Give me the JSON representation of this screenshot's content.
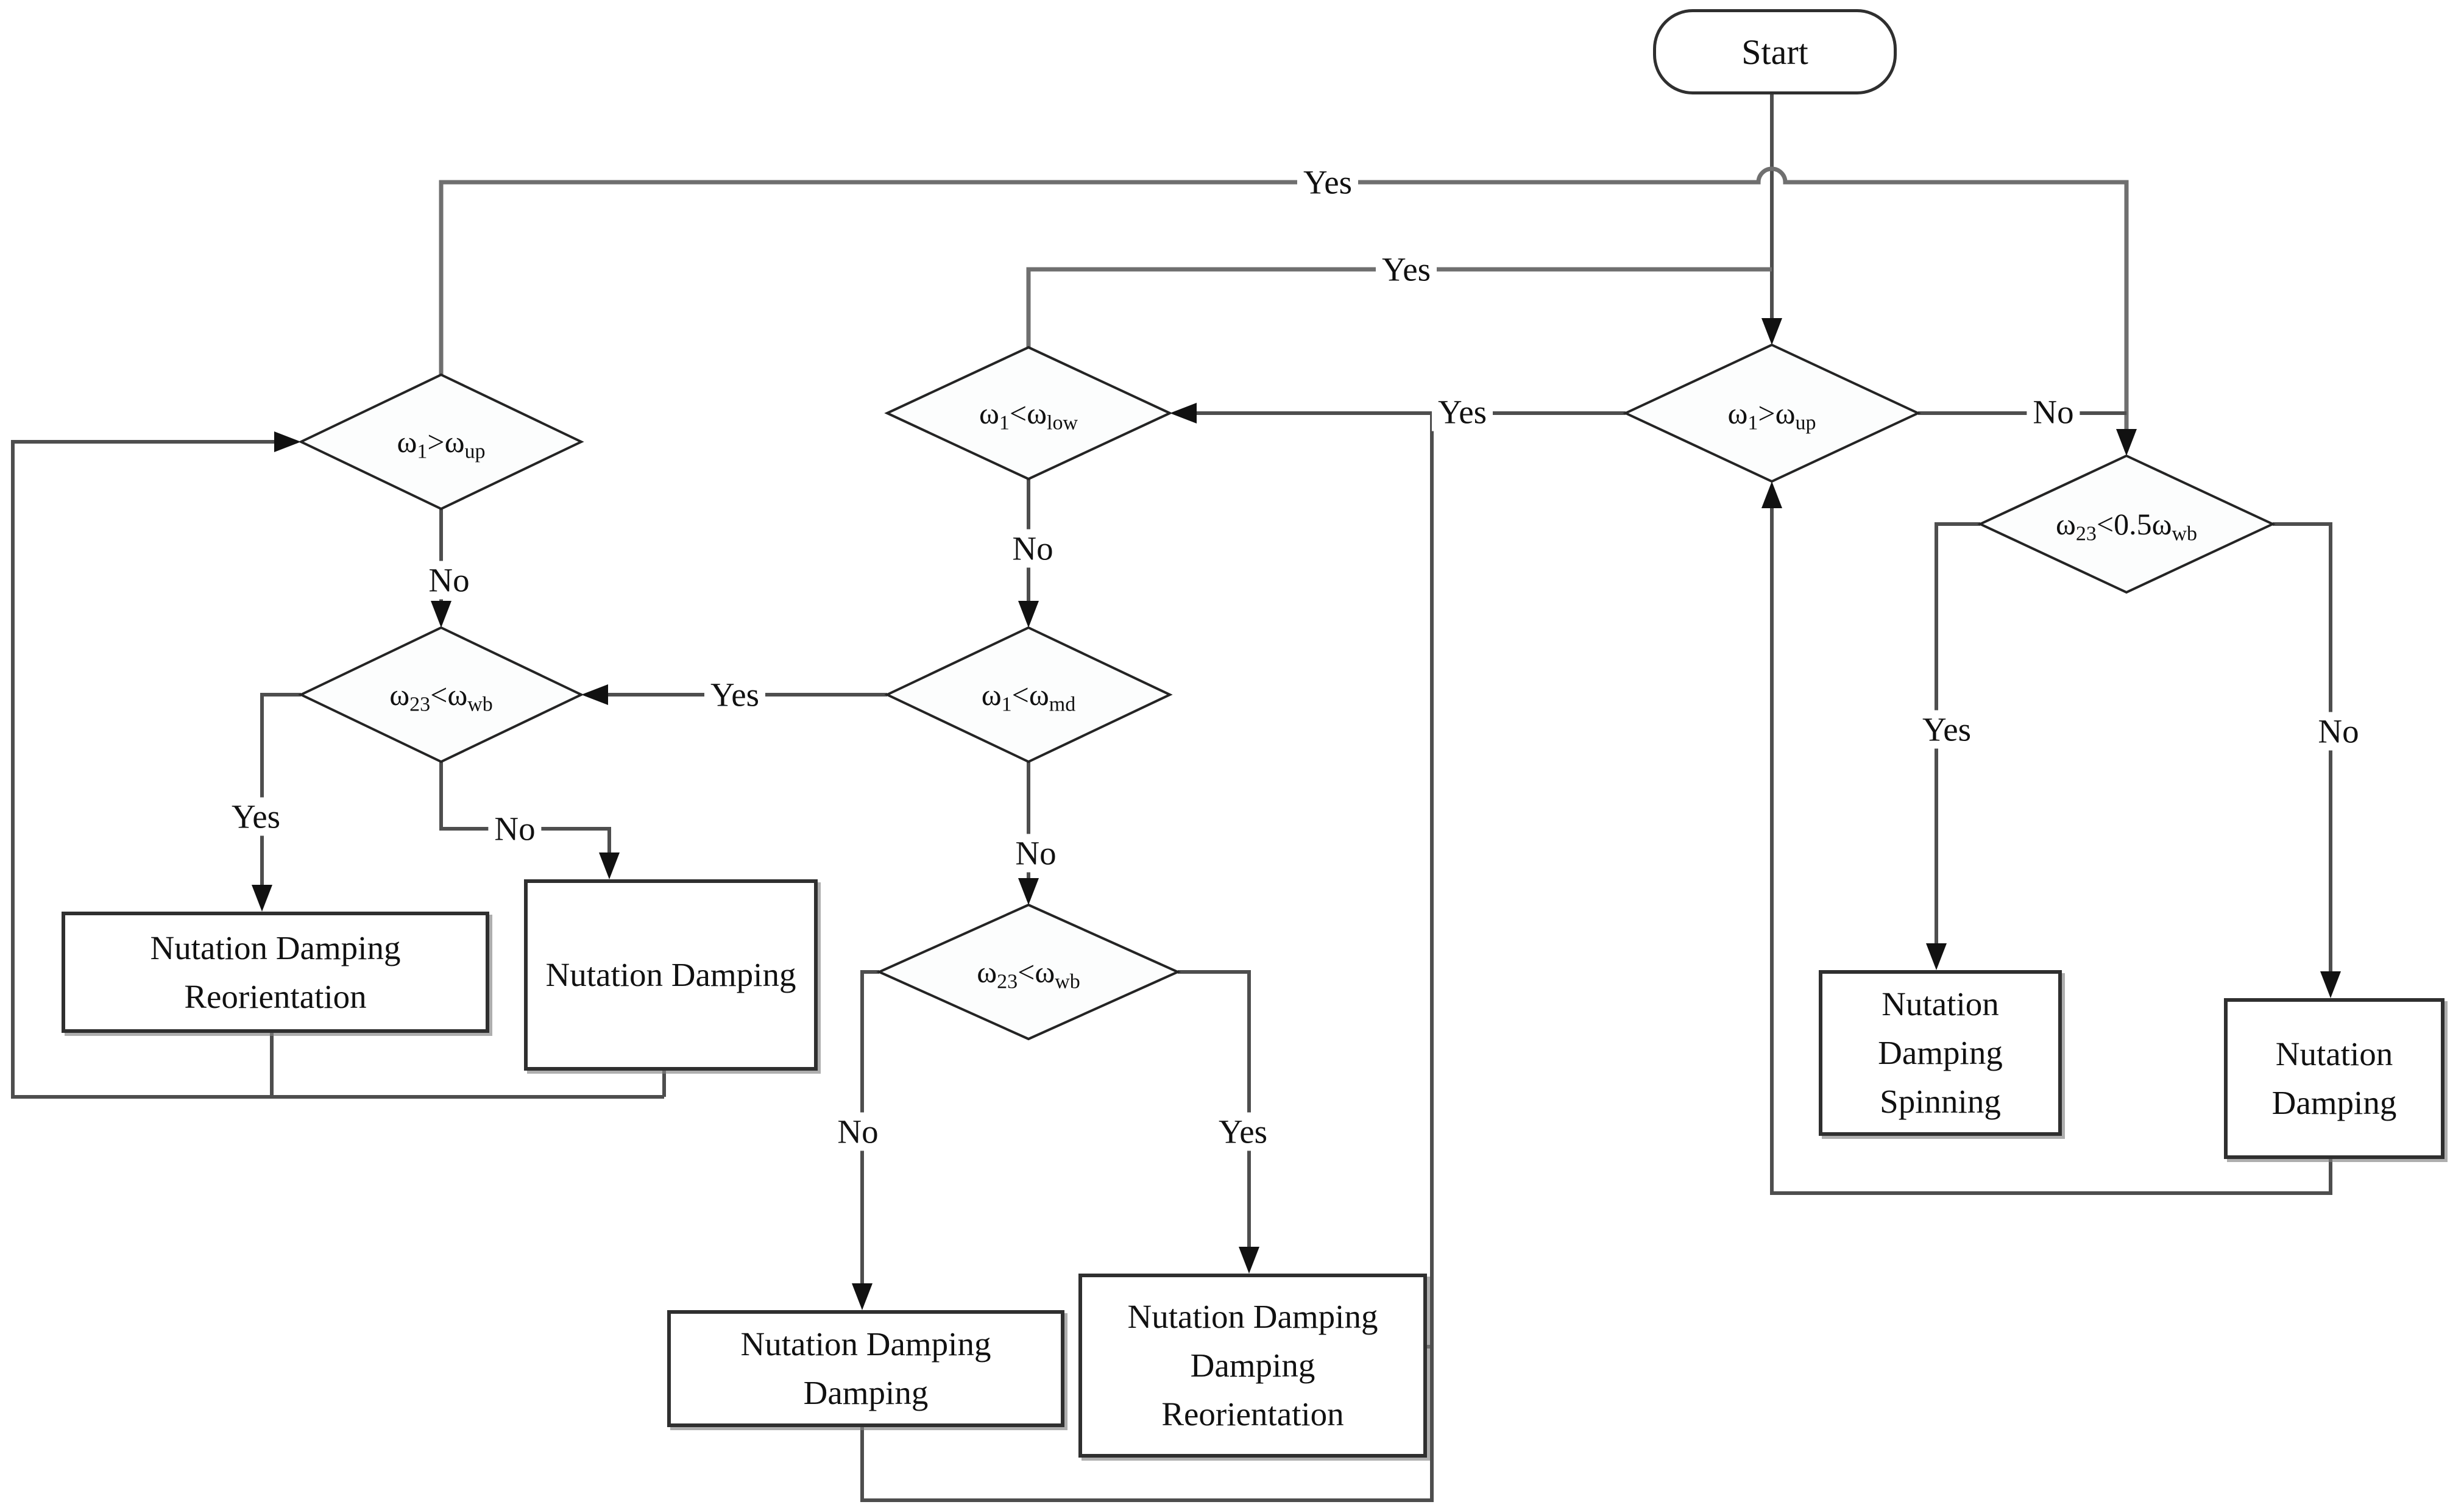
{
  "nodes": {
    "start": {
      "label": "Start"
    },
    "d_up_right": {
      "parts": [
        {
          "t": "ω"
        },
        {
          "t": "1",
          "sub": true
        },
        {
          "t": ">"
        },
        {
          "t": "ω"
        },
        {
          "t": "up",
          "sub": true
        }
      ]
    },
    "d_05wb": {
      "parts": [
        {
          "t": "ω"
        },
        {
          "t": "23",
          "sub": true
        },
        {
          "t": "<0.5ω"
        },
        {
          "t": "wb",
          "sub": true
        }
      ]
    },
    "d_low": {
      "parts": [
        {
          "t": "ω"
        },
        {
          "t": "1",
          "sub": true
        },
        {
          "t": "<ω"
        },
        {
          "t": "low",
          "sub": true
        }
      ]
    },
    "d_md": {
      "parts": [
        {
          "t": "ω"
        },
        {
          "t": "1",
          "sub": true
        },
        {
          "t": "<ω"
        },
        {
          "t": "md",
          "sub": true
        }
      ]
    },
    "d_wb_mid": {
      "parts": [
        {
          "t": "ω"
        },
        {
          "t": "23",
          "sub": true
        },
        {
          "t": "<ω"
        },
        {
          "t": "wb",
          "sub": true
        }
      ]
    },
    "d_up_left": {
      "parts": [
        {
          "t": "ω"
        },
        {
          "t": "1",
          "sub": true
        },
        {
          "t": ">"
        },
        {
          "t": "ω"
        },
        {
          "t": "up",
          "sub": true
        }
      ]
    },
    "d_wb_left": {
      "parts": [
        {
          "t": "ω"
        },
        {
          "t": "23",
          "sub": true
        },
        {
          "t": "<ω"
        },
        {
          "t": "wb",
          "sub": true
        }
      ]
    },
    "box_nd_reorientation": {
      "lines": [
        "Nutation Damping",
        "Reorientation"
      ]
    },
    "box_nd_plain": {
      "lines": [
        "Nutation Damping"
      ]
    },
    "box_nd_damping": {
      "lines": [
        "Nutation Damping",
        "Damping"
      ]
    },
    "box_nd_damping_reo": {
      "lines": [
        "Nutation Damping",
        "Damping",
        "Reorientation"
      ]
    },
    "box_nd_spinning": {
      "lines": [
        "Nutation",
        "Damping",
        "Spinning"
      ]
    },
    "box_nd_right": {
      "lines": [
        "Nutation",
        "Damping"
      ]
    }
  },
  "edge_labels": {
    "yes_upleft": "Yes",
    "yes_low": "Yes",
    "yes_upright": "Yes",
    "no_upright": "No",
    "no_low": "No",
    "yes_md": "Yes",
    "no_md": "No",
    "no_upleft": "No",
    "yes_wbleft": "Yes",
    "no_wbleft": "No",
    "no_wbmid": "No",
    "yes_wbmid": "Yes",
    "yes_05wb": "Yes",
    "no_05wb": "No"
  },
  "colors": {
    "background": "#ffffff",
    "line": "#4e4e4e",
    "line_light": "#6f6f6f",
    "arrow": "#111111",
    "node_border": "#2f2f2f",
    "text": "#111111"
  }
}
